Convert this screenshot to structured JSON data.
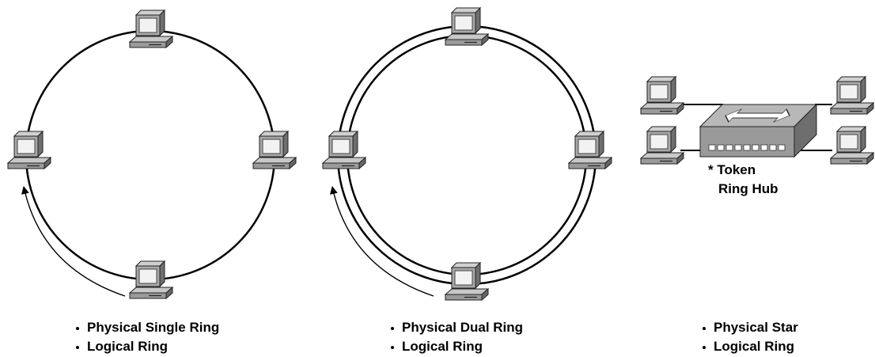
{
  "diagrams": [
    {
      "caption": [
        "Physical Single Ring",
        "Logical Ring"
      ]
    },
    {
      "caption": [
        "Physical Dual Ring",
        "Logical Ring"
      ]
    },
    {
      "caption": [
        "Physical Star",
        "Logical Ring"
      ]
    }
  ],
  "hub": {
    "label_line1": "* Token",
    "label_line2": "Ring Hub"
  },
  "icons": {
    "workstation": "computer-icon",
    "hub": "hub-icon",
    "direction": "arrow-icon"
  },
  "colors": {
    "line": "#000000",
    "background": "#ffffff",
    "device_body": "#a8a8a8",
    "device_screen": "#f2f2f2"
  }
}
